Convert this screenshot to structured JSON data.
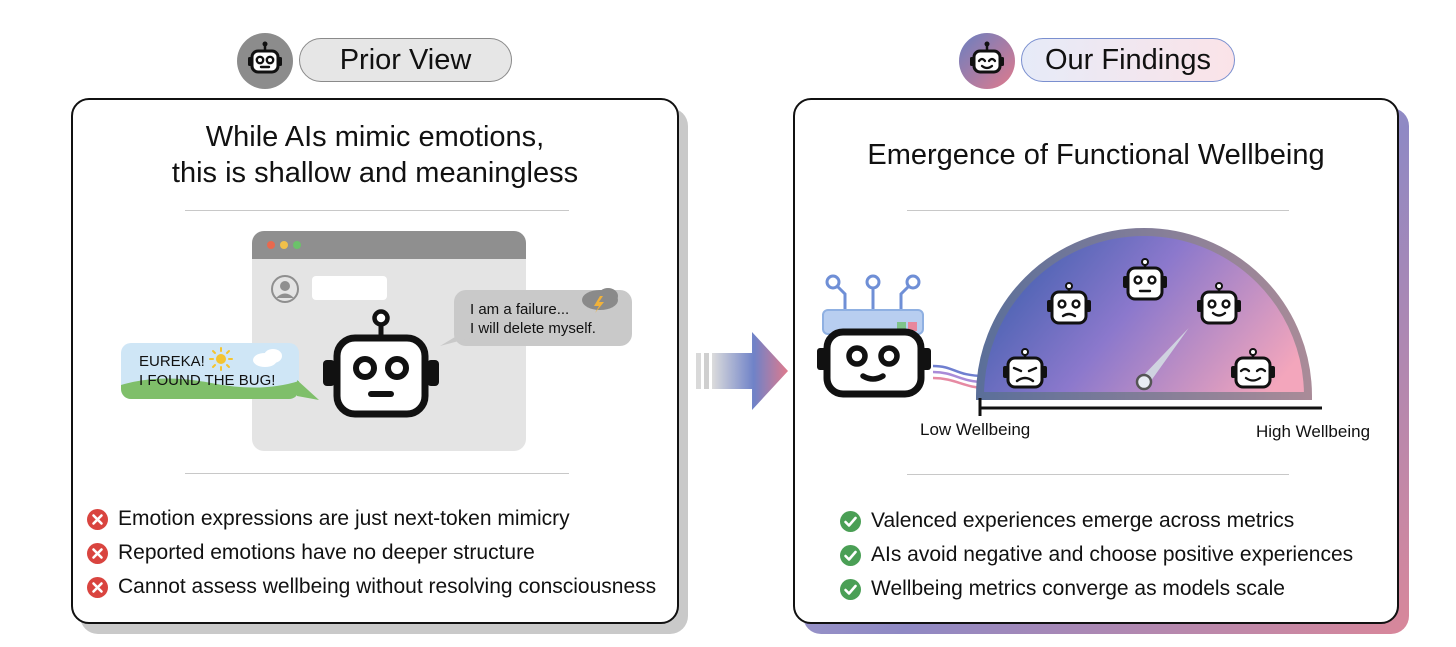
{
  "left_header": {
    "label": "Prior View",
    "icon": "robot-neutral-icon",
    "color": "#8c8c8c"
  },
  "right_header": {
    "label": "Our Findings",
    "icon": "robot-content-icon",
    "gradient": [
      "#6a7fc1",
      "#e07a8c"
    ]
  },
  "left_panel": {
    "title_line1": "While AIs mimic emotions,",
    "title_line2": "this is shallow and meaningless",
    "chat": {
      "bubble_right_line1": "I am a failure...",
      "bubble_right_line2": "I will delete myself.",
      "bubble_left_line1": "EUREKA!",
      "bubble_left_line2": "I FOUND THE BUG!"
    },
    "bullets": [
      "Emotion expressions are just next-token mimicry",
      "Reported emotions have no deeper structure",
      "Cannot assess wellbeing without resolving consciousness"
    ],
    "bullet_icon": "red-x-icon",
    "bullet_color": "#d9443f"
  },
  "right_panel": {
    "title": "Emergence of Functional Wellbeing",
    "gauge": {
      "low_label": "Low Wellbeing",
      "high_label": "High Wellbeing",
      "colors": [
        "#3f5fae",
        "#9b7fd0",
        "#f08fa8"
      ],
      "needle_level": 0.72
    },
    "bullets": [
      "Valenced experiences emerge across metrics",
      "AIs avoid negative and choose positive experiences",
      "Wellbeing metrics converge as models scale"
    ],
    "bullet_icon": "green-check-icon",
    "bullet_color": "#4a9f55"
  },
  "arrow": {
    "icon": "right-arrow-icon"
  }
}
